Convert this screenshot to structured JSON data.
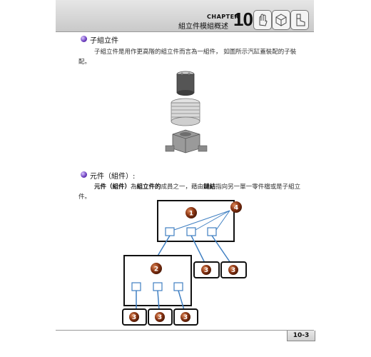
{
  "header": {
    "chapter_word": "CHAPTER",
    "chapter_number": "10",
    "chapter_title": "組立件模組概述",
    "tab_icons": [
      "hand-tab-icon",
      "cube-tab-icon",
      "boot-tab-icon"
    ]
  },
  "section1": {
    "heading": "子組立件",
    "paragraph": "子組立件是用作更高階的組立件而言為一組件， 如圖所示汽缸蓋裝配的子裝配。"
  },
  "section2": {
    "heading": "元件（組件）:",
    "para_parts": [
      "元件（組件）",
      "為",
      "組立件的",
      "成員之一，藉由",
      "鏈結",
      "指向另一單一零件檔或是子組立件。"
    ]
  },
  "diagram": {
    "badges": {
      "top_assembly": "1",
      "sub_assembly": "2",
      "part": "3",
      "links": "4"
    }
  },
  "footer": {
    "page_number": "10-3"
  },
  "colors": {
    "badge": "#8a3412",
    "link_line": "#3f7fc2",
    "bullet": "#6a3bbd"
  }
}
